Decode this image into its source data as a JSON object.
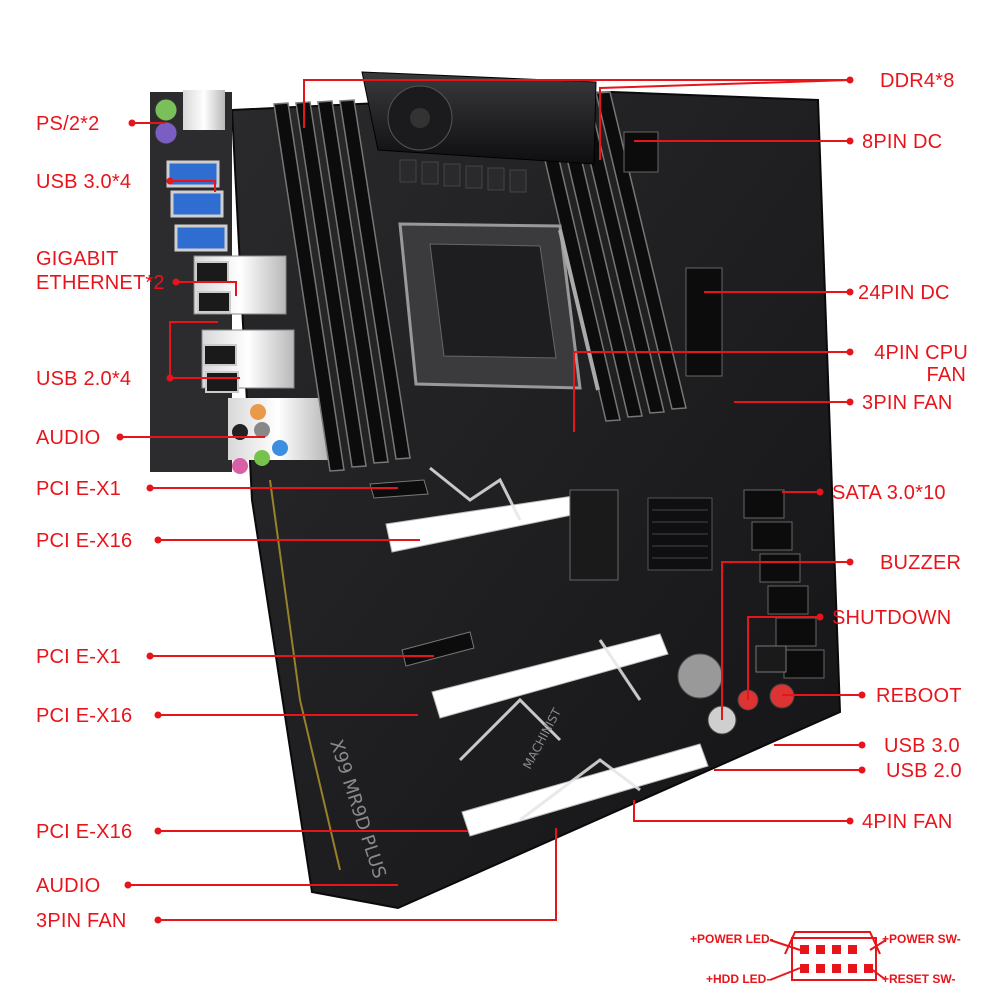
{
  "left_labels": {
    "ps2": "PS/2*2",
    "usb30_rear": "USB 3.0*4",
    "ethernet_line1": "GIGABIT",
    "ethernet_line2": "ETHERNET*2",
    "usb20_rear": "USB 2.0*4",
    "audio_rear": "AUDIO",
    "pcie_x1_top": "PCI E-X1",
    "pcie_x16_top": "PCI E-X16",
    "pcie_x1_mid": "PCI E-X1",
    "pcie_x16_mid": "PCI E-X16",
    "pcie_x16_bottom": "PCI E-X16",
    "audio_header": "AUDIO",
    "fan_3pin_bottom": "3PIN FAN"
  },
  "right_labels": {
    "ddr4": "DDR4*8",
    "dc_8pin": "8PIN DC",
    "dc_24pin": "24PIN DC",
    "cpu_fan_line1": "4PIN CPU",
    "cpu_fan_line2": "FAN",
    "fan_3pin": "3PIN FAN",
    "sata": "SATA 3.0*10",
    "buzzer": "BUZZER",
    "shutdown": "SHUTDOWN",
    "reboot": "REBOOT",
    "usb30_header": "USB 3.0",
    "usb20_header": "USB 2.0",
    "fan_4pin": "4PIN FAN"
  },
  "board": {
    "model": "X99 MR9D PLUS",
    "brand": "MACHINIST"
  },
  "front_panel": {
    "power_led": "+POWER LED-",
    "power_sw": "+POWER SW-",
    "hdd_led": "+HDD LED-",
    "reset_sw": "+RESET SW-"
  },
  "colors": {
    "label_red": "#e8141b",
    "pcb_black": "#1a1a1c",
    "silkscreen_white": "#e6e6e6"
  }
}
